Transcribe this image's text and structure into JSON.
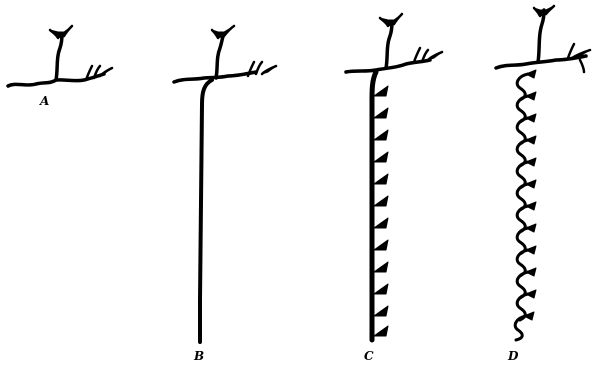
{
  "figures": [
    {
      "id": "A",
      "label": "A",
      "axon": "none"
    },
    {
      "id": "B",
      "label": "B",
      "axon": "plain"
    },
    {
      "id": "C",
      "label": "C",
      "axon": "thorned"
    },
    {
      "id": "D",
      "label": "D",
      "axon": "hooked"
    }
  ]
}
